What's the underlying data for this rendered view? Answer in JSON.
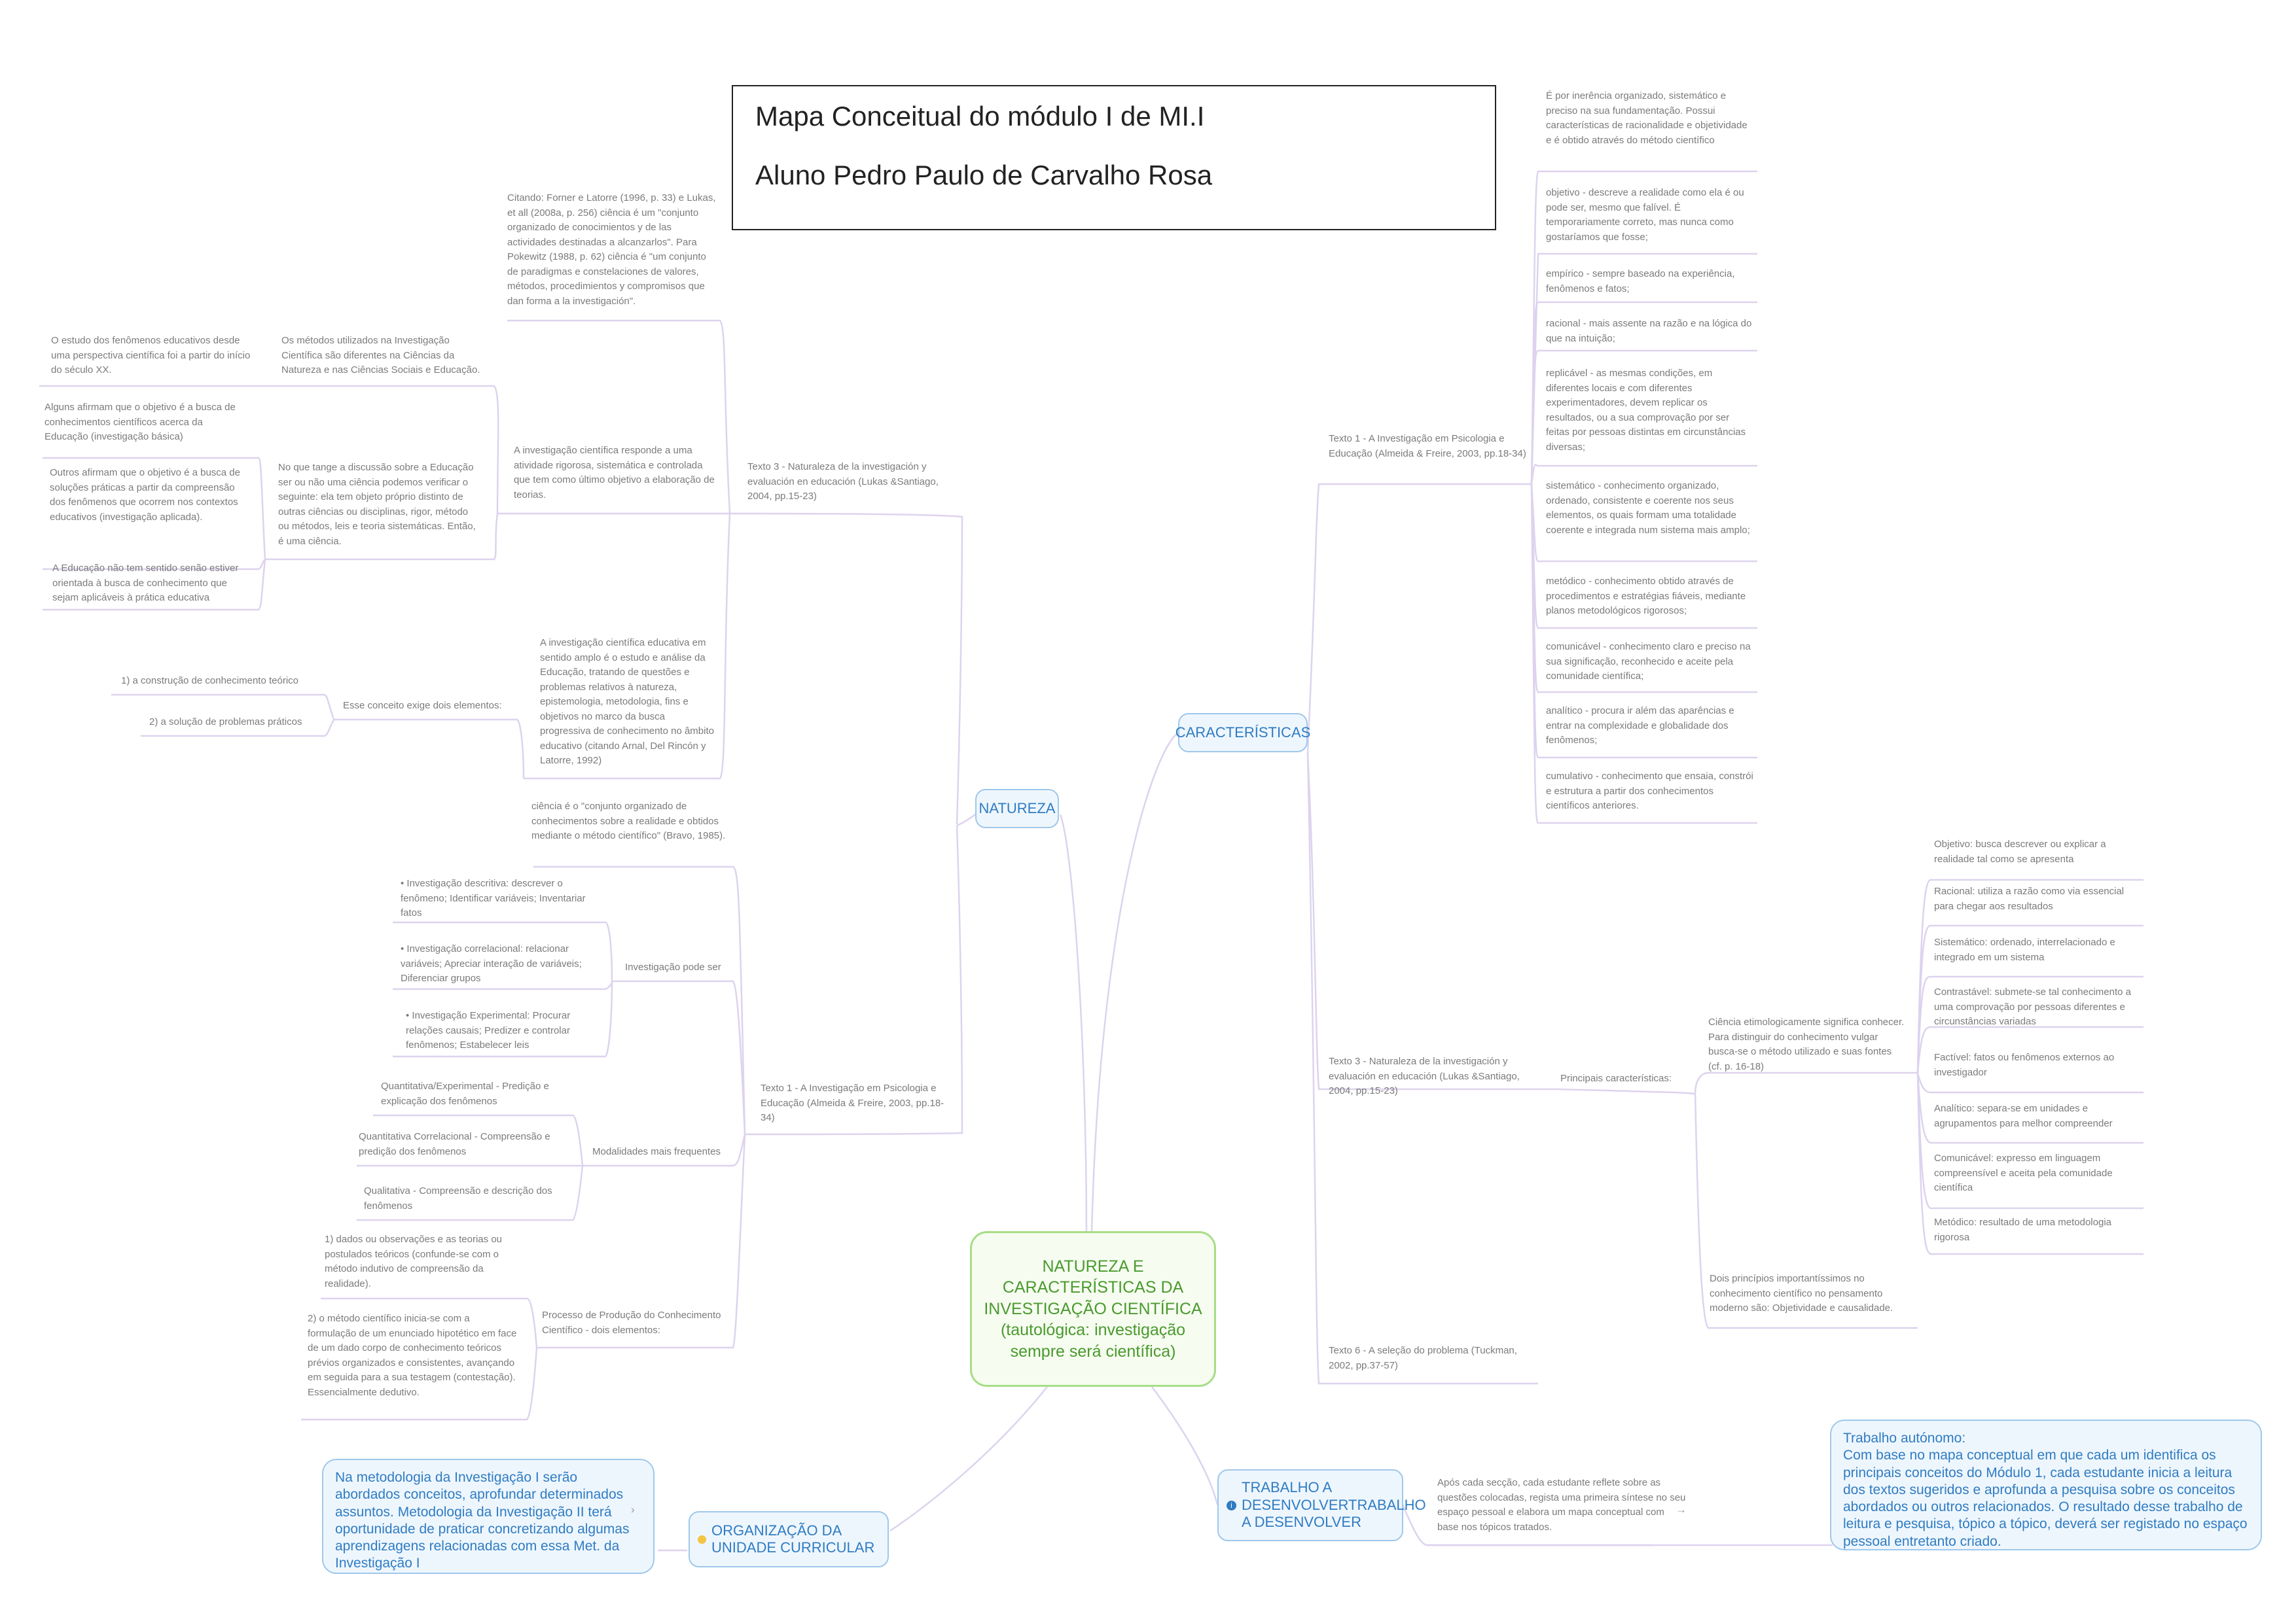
{
  "header": {
    "title": "Mapa Conceitual do módulo I de MI.I",
    "author": "Aluno Pedro Paulo de Carvalho Rosa"
  },
  "central": {
    "label": "NATUREZA E\nCARACTERÍSTICAS DA\nINVESTIGAÇÃO CIENTÍFICA\n(tautológica: investigação\nsempre será científica)"
  },
  "colors": {
    "central_border": "#a6dd86",
    "central_text": "#4a9a2e",
    "branch_border": "#9fc8ea",
    "branch_text": "#2f7cc2",
    "connector": "#ddd3ee",
    "leaf_text": "#7b7b7b"
  },
  "branches": {
    "natureza": "NATUREZA",
    "caracteristicas": "CARACTERÍSTICAS",
    "trabalho": "TRABALHO A DESENVOLVERTRABALHO A DESENVOLVER",
    "organizacao": "ORGANIZAÇÃO DA UNIDADE CURRICULAR"
  },
  "icons": {
    "trabalho": "info-icon",
    "organizacao": "bulb-icon",
    "note_link": "arrow-right-icon"
  },
  "natureza": {
    "texto3": "Texto 3 - Naturaleza de la investigación y evaluación en educación (Lukas &Santiago, 2004, pp.15-23)",
    "citando": "Citando: Forner e Latorre (1996, p. 33) e Lukas, et all (2008a, p. 256) ciência é um \"conjunto organizado de conocimientos y de las actividades destinadas a alcanzarlos\". Para Pokewitz (1988, p. 62) ciência é \"um conjunto de paradigmas e constelaciones de valores, métodos, procedimientos y compromisos que dan forma a la investigación\".",
    "inv_responde": "A investigação científica responde a uma atividade rigorosa, sistemática e controlada que tem como último objetivo a elaboração de teorias.",
    "metodos_diferentes": "Os métodos utilizados na Investigação Científica são diferentes na Ciências da Natureza e nas Ciências Sociais e Educação.",
    "estudo_fenomenos": "O estudo dos fenômenos educativos desde uma perspectiva científica foi a partir do início do século XX.",
    "discussao": "No que tange a discussão sobre a Educação ser ou não uma ciência podemos verificar o seguinte: ela tem objeto próprio distinto de outras ciências ou disciplinas, rigor, método ou métodos, leis e teoria sistemáticas. Então, é uma ciência.",
    "alguns_afirmam": "Alguns afirmam que o objetivo é a busca de conhecimentos científicos acerca da Educação (investigação básica)",
    "outros_afirmam": "Outros afirmam que o objetivo é a busca de soluções práticas a partir da compreensão dos fenômenos que ocorrem nos contextos educativos (investigação aplicada).",
    "educacao_sentido": "A Educação não tem sentido senão estiver orientada à busca de conhecimento que sejam aplicáveis à prática educativa",
    "inv_educativa": "A investigação científica educativa em sentido amplo é o estudo e análise da Educação, tratando de questões e problemas relativos à natureza, epistemologia, metodologia, fins e objetivos no marco da busca progressiva de conhecimento no âmbito educativo (citando Arnal, Del Rincón y Latorre, 1992)",
    "conceito_exige": "Esse conceito exige dois elementos:",
    "elem1": "1) a construção de conhecimento teórico",
    "elem2": "2) a solução de problemas práticos",
    "texto1": "Texto 1 - A Investigação em Psicologia e Educação (Almeida & Freire, 2003, pp.18-34)",
    "ciencia_conjunto": "ciência é o \"conjunto organizado de conhecimentos sobre a realidade e obtidos mediante o método científico\" (Bravo, 1985).",
    "investigacao_pode_ser": "Investigação pode ser",
    "inv_descritiva": "•      Investigação descritiva: descrever o fenômeno; Identificar variáveis; Inventariar fatos",
    "inv_correlacional": "•      Investigação correlacional: relacionar variáveis; Apreciar interação de variáveis; Diferenciar grupos",
    "inv_experimental": "•      Investigação Experimental: Procurar relações causais; Predizer e controlar fenômenos; Estabelecer leis",
    "modalidades": "Modalidades mais frequentes",
    "mod_quant_exp": "Quantitativa/Experimental - Predição e explicação dos fenômenos",
    "mod_quant_corr": "Quantitativa Correlacional - Compreensão e predição dos fenômenos",
    "mod_qualitativa": "Qualitativa - Compreensão e descrição dos fenômenos",
    "processo": "Processo de Produção do Conhecimento Científico - dois elementos:",
    "proc1": "1) dados ou observações e as teorias ou postulados teóricos (confunde-se com o método indutivo de compreensão da realidade).",
    "proc2": "2) o método científico inicia-se com a formulação de um enunciado hipotético em face de um dado corpo de conhecimento teóricos prévios organizados e consistentes, avançando em seguida para a sua testagem (contestação). Essencialmente dedutivo."
  },
  "caracteristicas": {
    "texto1": "Texto 1 - A Investigação em Psicologia e Educação (Almeida & Freire, 2003, pp.18-34)",
    "inerencia": "É por inerência organizado, sistemático e preciso na sua fundamentação. Possui características de racionalidade e objetividade e é obtido através do método científico",
    "objetivo": "objetivo - descreve a realidade como ela é ou pode ser, mesmo que falível. É temporariamente correto, mas nunca como gostaríamos que fosse;",
    "empirico": "empírico - sempre baseado na experiência, fenômenos e fatos;",
    "racional": "racional - mais assente na razão e na lógica do que na intuição;",
    "replicavel": "replicável - as mesmas condições, em diferentes locais e com diferentes experimentadores, devem replicar os resultados, ou a sua comprovação por ser feitas por pessoas distintas em circunstâncias diversas;",
    "sistematico": "sistemático - conhecimento organizado, ordenado, consistente e coerente nos seus elementos, os quais formam uma totalidade coerente e integrada num sistema mais amplo;",
    "metodico": "metódico - conhecimento obtido através de procedimentos e estratégias fiáveis, mediante planos metodológicos rigorosos;",
    "comunicavel": "comunicável - conhecimento claro e preciso na sua significação, reconhecido e aceite pela comunidade científica;",
    "analitico": "analítico - procura ir além das aparências e entrar na complexidade e globalidade dos fenômenos;",
    "cumulativo": "cumulativo - conhecimento que ensaia, constrói e estrutura a partir dos conhecimentos científicos anteriores.",
    "texto3": "Texto 3 - Naturaleza de la investigación y evaluación en educación (Lukas &Santiago, 2004, pp.15-23)",
    "principais": "Principais características:",
    "ciencia_etimo": "Ciência etimologicamente significa conhecer. Para distinguir do conhecimento vulgar busca-se o método utilizado e suas fontes (cf. p. 16-18)",
    "c_objetivo": "Objetivo: busca descrever ou explicar a realidade tal como se apresenta",
    "c_racional": "Racional: utiliza a razão como via essencial para chegar aos resultados",
    "c_sistematico": "Sistemático: ordenado, interrelacionado e integrado em um sistema",
    "c_contrastavel": "Contrastável: submete-se tal conhecimento a uma comprovação por pessoas diferentes e circunstâncias variadas",
    "c_factivel": "Factível: fatos ou fenômenos externos ao investigador",
    "c_analitico": "Analítico: separa-se em unidades e agrupamentos para melhor compreender",
    "c_comunicavel": "Comunicável: expresso em linguagem compreensível e aceita pela comunidade científica",
    "c_metodico": "Metódico: resultado de uma metodologia rigorosa",
    "dois_principios": "Dois princípios importantíssimos no conhecimento científico no pensamento moderno são: Objetividade e causalidade.",
    "texto6": "Texto 6 - A seleção do problema (Tuckman, 2002, pp.37-57)"
  },
  "trabalho": {
    "apos_cada": "Após cada secção, cada estudante reflete sobre as questões colocadas, regista uma primeira síntese no seu espaço pessoal e elabora um mapa conceptual com base nos tópicos tratados.",
    "note": "Trabalho autónomo:\nCom base no mapa conceptual em que cada um identifica os principais conceitos do Módulo 1, cada estudante inicia a leitura dos textos sugeridos e aprofunda a pesquisa sobre os conceitos abordados ou outros relacionados. O resultado desse trabalho de leitura e pesquisa, tópico a tópico, deverá ser registado no espaço pessoal entretanto criado."
  },
  "organizacao": {
    "note": "Na metodologia da Investigação I serão abordados conceitos, aprofundar determinados assuntos. Metodologia da Investigação II terá oportunidade de praticar concretizando algumas aprendizagens relacionadas com essa Met. da Investigação I"
  }
}
